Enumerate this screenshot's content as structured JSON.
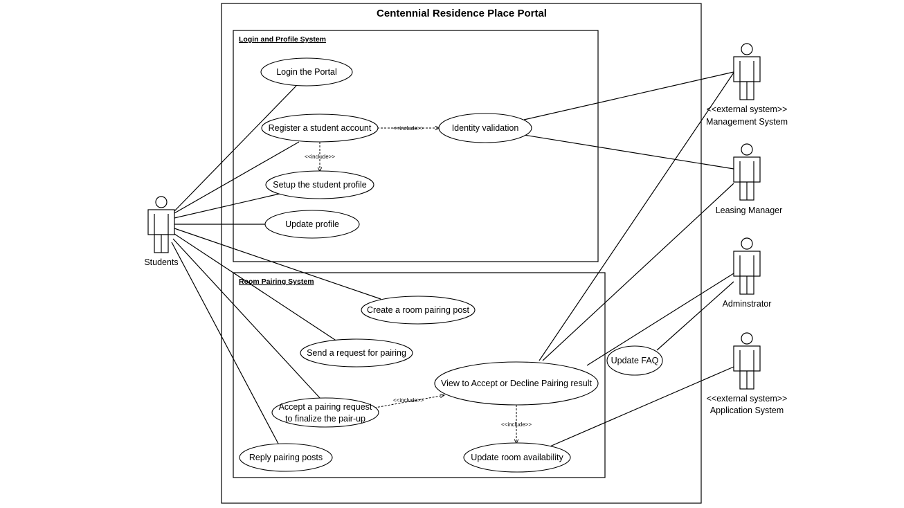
{
  "diagram": {
    "title": "Centennial Residence Place Portal",
    "packages": {
      "login": "Login and Profile System",
      "pairing": "Room Pairing System"
    },
    "actors": {
      "students": {
        "label": "Students"
      },
      "management": {
        "stereotype": "<<external system>>",
        "label": "Management System"
      },
      "leasing": {
        "label": "Leasing Manager"
      },
      "admin": {
        "label": "Adminstrator"
      },
      "application": {
        "stereotype": "<<external system>>",
        "label": "Application System"
      }
    },
    "use_cases": {
      "login": "Login the Portal",
      "register": "Register a student account",
      "identity": "Identity validation",
      "setup": "Setup the student profile",
      "update_profile": "Update profile",
      "create_post": "Create a room pairing post",
      "send_request": "Send a request for pairing",
      "view_result": "View to Accept or Decline Pairing result",
      "accept_line1": "Accept a pairing request",
      "accept_line2": "to finalize the pair-up",
      "reply": "Reply pairing posts",
      "update_room": "Update room availability",
      "update_faq": "Update FAQ"
    },
    "relations": {
      "include": "<<include>>"
    }
  }
}
